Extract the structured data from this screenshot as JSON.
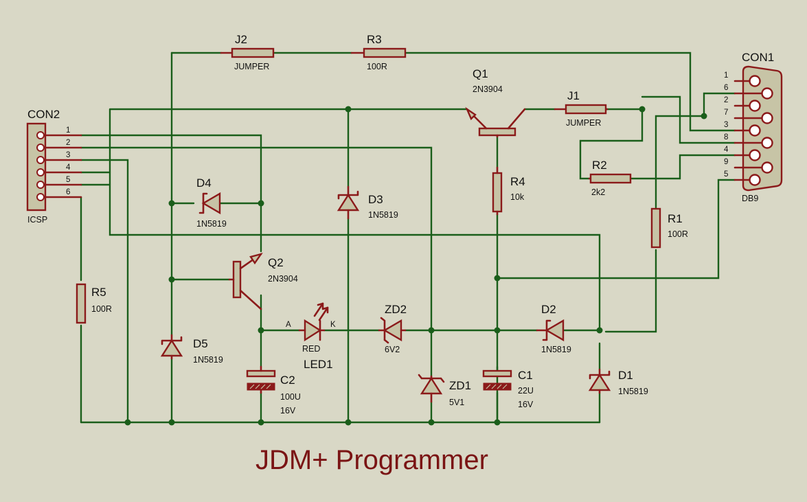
{
  "title": "JDM+ Programmer",
  "colors": {
    "background": "#d9d8c6",
    "wire": "#1a5e1a",
    "component": "#8b1a1a",
    "body_fill": "#c7c4a6",
    "title": "#7a1414"
  },
  "components": {
    "con1": {
      "ref": "CON1",
      "value": "DB9",
      "pins": [
        "1",
        "6",
        "2",
        "7",
        "3",
        "8",
        "4",
        "9",
        "5"
      ]
    },
    "con2": {
      "ref": "CON2",
      "value": "ICSP",
      "pins": [
        "1",
        "2",
        "3",
        "4",
        "5",
        "6"
      ]
    },
    "j2": {
      "ref": "J2",
      "value": "JUMPER"
    },
    "r3": {
      "ref": "R3",
      "value": "100R"
    },
    "q1": {
      "ref": "Q1",
      "value": "2N3904"
    },
    "j1": {
      "ref": "J1",
      "value": "JUMPER"
    },
    "r2": {
      "ref": "R2",
      "value": "2k2"
    },
    "r4": {
      "ref": "R4",
      "value": "10k"
    },
    "r1": {
      "ref": "R1",
      "value": "100R"
    },
    "d4": {
      "ref": "D4",
      "value": "1N5819"
    },
    "d3": {
      "ref": "D3",
      "value": "1N5819"
    },
    "q2": {
      "ref": "Q2",
      "value": "2N3904"
    },
    "r5": {
      "ref": "R5",
      "value": "100R"
    },
    "led1": {
      "ref": "LED1",
      "value": "RED",
      "anode": "A",
      "cathode": "K"
    },
    "zd2": {
      "ref": "ZD2",
      "value": "6V2"
    },
    "d2": {
      "ref": "D2",
      "value": "1N5819"
    },
    "d5": {
      "ref": "D5",
      "value": "1N5819"
    },
    "c2": {
      "ref": "C2",
      "value": "100U",
      "rating": "16V"
    },
    "zd1": {
      "ref": "ZD1",
      "value": "5V1"
    },
    "c1": {
      "ref": "C1",
      "value": "22U",
      "rating": "16V"
    },
    "d1": {
      "ref": "D1",
      "value": "1N5819"
    }
  }
}
